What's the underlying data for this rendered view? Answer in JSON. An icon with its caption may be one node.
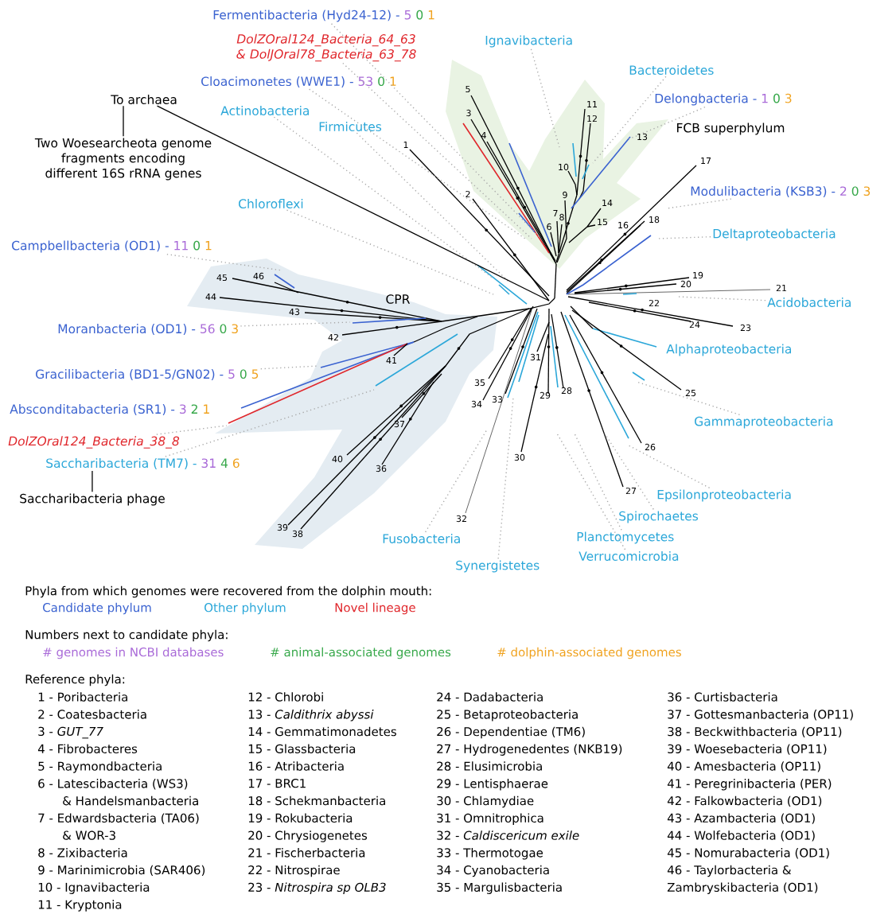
{
  "diagram": {
    "nodes": [
      {
        "text": [
          "Fermentibacteria (Hyd24-12) -",
          "5",
          "0",
          "1"
        ]
      },
      {
        "text": [
          "DolZOral124_Bacteria_64_63 & DolJOral78_Bacteria_63_78"
        ]
      },
      {
        "text": [
          "Ignavibacteria"
        ]
      },
      {
        "text": [
          "Bacteroidetes"
        ]
      },
      {
        "text": [
          "Cloacimonetes (WWE1) -",
          "53",
          "0",
          "1"
        ]
      },
      {
        "text": [
          "Delongbacteria -",
          "1",
          "0",
          "3"
        ]
      },
      {
        "text": [
          "To archaea"
        ]
      },
      {
        "text": [
          "Actinobacteria"
        ]
      },
      {
        "text": [
          "Firmicutes"
        ]
      },
      {
        "text": [
          "Two Woesearcheota genome fragments encoding different 16S rRNA genes"
        ]
      },
      {
        "text": [
          "Chloroflexi"
        ]
      },
      {
        "text": [
          "Modulibacteria (KSB3) -",
          "2",
          "0",
          "3"
        ]
      },
      {
        "text": [
          "Deltaproteobacteria"
        ]
      },
      {
        "text": [
          "Campbellbacteria (OD1) -",
          "11",
          "0",
          "1"
        ]
      },
      {
        "text": [
          "Acidobacteria"
        ]
      },
      {
        "text": [
          "Moranbacteria (OD1) -",
          "56",
          "0",
          "3"
        ]
      },
      {
        "text": [
          "Alphaproteobacteria"
        ]
      },
      {
        "text": [
          "Gracilibacteria (BD1-5/GN02) -",
          "5",
          "0",
          "5"
        ]
      },
      {
        "text": [
          "Absconditabacteria (SR1) -",
          "3",
          "2",
          "1"
        ]
      },
      {
        "text": [
          "Gammaproteobacteria"
        ]
      },
      {
        "text": [
          "DolZOral124_Bacteria_38_8"
        ]
      },
      {
        "text": [
          "Saccharibacteria (TM7) -",
          "31",
          "4",
          "6"
        ]
      },
      {
        "text": [
          "Epsilonproteobacteria"
        ]
      },
      {
        "text": [
          "Saccharibacteria phage"
        ]
      },
      {
        "text": [
          "Spirochaetes"
        ]
      },
      {
        "text": [
          "Fusobacteria"
        ]
      },
      {
        "text": [
          "Planctomycetes"
        ]
      },
      {
        "text": [
          "Verrucomicrobia"
        ]
      },
      {
        "text": [
          "Synergistetes"
        ]
      }
    ],
    "edges": [
      {
        "from": 0,
        "to": null,
        "arrow": "none",
        "style": "dashed",
        "color": "#a9a9a9"
      },
      {
        "from": 1,
        "to": null,
        "arrow": "none",
        "style": "dashed",
        "color": "#a9a9a9"
      },
      {
        "from": 2,
        "to": null,
        "arrow": "none",
        "style": "dashed",
        "color": "#a9a9a9"
      },
      {
        "from": 3,
        "to": null,
        "arrow": "none",
        "style": "dashed",
        "color": "#a9a9a9"
      },
      {
        "from": 4,
        "to": null,
        "arrow": "none",
        "style": "dashed",
        "color": "#a9a9a9"
      },
      {
        "from": 5,
        "to": null,
        "arrow": "none",
        "style": "dashed",
        "color": "#a9a9a9"
      },
      {
        "from": 7,
        "to": null,
        "arrow": "none",
        "style": "dashed",
        "color": "#a9a9a9"
      },
      {
        "from": 8,
        "to": null,
        "arrow": "none",
        "style": "dashed",
        "color": "#a9a9a9"
      },
      {
        "from": 10,
        "to": null,
        "arrow": "none",
        "style": "dashed",
        "color": "#a9a9a9"
      },
      {
        "from": 11,
        "to": null,
        "arrow": "none",
        "style": "dashed",
        "color": "#a9a9a9"
      },
      {
        "from": 12,
        "to": null,
        "arrow": "none",
        "style": "dashed",
        "color": "#a9a9a9"
      },
      {
        "from": 13,
        "to": null,
        "arrow": "none",
        "style": "dashed",
        "color": "#a9a9a9"
      },
      {
        "from": 14,
        "to": null,
        "arrow": "none",
        "style": "dashed",
        "color": "#a9a9a9"
      },
      {
        "from": 15,
        "to": null,
        "arrow": "none",
        "style": "dashed",
        "color": "#a9a9a9"
      },
      {
        "from": 17,
        "to": null,
        "arrow": "none",
        "style": "dashed",
        "color": "#a9a9a9"
      },
      {
        "from": 19,
        "to": null,
        "arrow": "none",
        "style": "dashed",
        "color": "#a9a9a9"
      },
      {
        "from": 20,
        "to": null,
        "arrow": "none",
        "style": "dashed",
        "color": "#a9a9a9"
      },
      {
        "from": 21,
        "to": null,
        "arrow": "none",
        "style": "dashed",
        "color": "#a9a9a9"
      },
      {
        "from": 22,
        "to": null,
        "arrow": "none",
        "style": "dashed",
        "color": "#a9a9a9"
      },
      {
        "from": 24,
        "to": null,
        "arrow": "none",
        "style": "dashed",
        "color": "#a9a9a9"
      },
      {
        "from": 25,
        "to": null,
        "arrow": "none",
        "style": "dashed",
        "color": "#a9a9a9"
      },
      {
        "from": 26,
        "to": null,
        "arrow": "none",
        "style": "dashed",
        "color": "#a9a9a9"
      },
      {
        "from": 27,
        "to": null,
        "arrow": "none",
        "style": "dashed",
        "color": "#a9a9a9"
      },
      {
        "from": 28,
        "to": null,
        "arrow": "none",
        "style": "dashed",
        "color": "#a9a9a9"
      },
      {
        "from": 6,
        "to": 9,
        "arrow": "none",
        "color": "#000000"
      },
      {
        "from": 21,
        "to": 23,
        "arrow": "none",
        "color": "#000000"
      },
      {
        "from": 6,
        "to": null,
        "arrow": "none",
        "color": "#000000"
      }
    ],
    "labels": [
      "FCB superphylum",
      "CPR",
      "1",
      "2",
      "3",
      "4",
      "5",
      "6",
      "7",
      "8",
      "9",
      "10",
      "11",
      "12",
      "13",
      "14",
      "15",
      "16",
      "17",
      "18",
      "19",
      "20",
      "21",
      "22",
      "23",
      "24",
      "25",
      "26",
      "27",
      "28",
      "29",
      "30",
      "31",
      "32",
      "33",
      "34",
      "35",
      "36",
      "37",
      "38",
      "39",
      "40",
      "41",
      "42",
      "43",
      "44",
      "45",
      "46",
      "Phyla from which genomes were recovered from the dolphin mouth:",
      "Numbers next to candidate phyla:",
      "Reference phyla:",
      "1 - Poribacteria",
      "2 - Coatesbacteria",
      "3 - *GUT_77*",
      "4 - Fibrobacteres",
      "5 - Raymondbacteria",
      "6 - Latescibacteria (WS3) & Handelsmanbacteria",
      "7 - Edwardsbacteria (TA06) & WOR-3",
      "8 - Zixibacteria",
      "9 - Marinimicrobia (SAR406)",
      "10 - Ignavibacteria",
      "11 - Kryptonia",
      "12 - Chlorobi",
      "13 - *Caldithrix abyssi*",
      "14 - Gemmatimonadetes",
      "15 - Glassbacteria",
      "16 - Atribacteria",
      "17 - BRC1",
      "18 - Schekmanbacteria",
      "19 - Rokubacteria",
      "20 - Chrysiogenetes",
      "21 - Fischerbacteria",
      "22 - Nitrospirae",
      "23 - *Nitrospira sp OLB3*",
      "24 - Dadabacteria",
      "25 - Betaproteobacteria",
      "26 - Dependentiae (TM6)",
      "27 - Hydrogenedentes (NKB19)",
      "28 - Elusimicrobia",
      "29 - Lentisphaerae",
      "30 - Chlamydiae",
      "31 - Omnitrophica",
      "32 - *Caldiscericum exile*",
      "33 - Thermotogae",
      "34 - Cyanobacteria",
      "35 - Margulisbacteria",
      "36 - Curtisbacteria",
      "37 - Gottesmanbacteria (OP11)",
      "38 - Beckwithbacteria (OP11)",
      "39 - Woesebacteria (OP11)",
      "40 - Amesbacteria (OP11)",
      "41 - Peregrinibacteria (PER)",
      "42 - Falkowbacteria (OD1)",
      "43 - Azambacteria (OD1)",
      "44 - Wolfebacteria (OD1)",
      "45 - Nomurabacteria (OD1)",
      "46 - Taylorbacteria & Zambryskibacteria (OD1)"
    ],
    "legend": [
      {
        "text": "Candidate phylum",
        "color": "#3a62d0"
      },
      {
        "text": "Other phylum",
        "color": "#2ba7d9"
      },
      {
        "text": "Novel lineage",
        "color": "#e0262b"
      },
      {
        "text": "# genomes in NCBI databases",
        "color": "#a96ad8"
      },
      {
        "text": "# animal-associated genomes",
        "color": "#37a84a"
      },
      {
        "text": "# dolphin-associated genomes",
        "color": "#f0a21e"
      }
    ]
  }
}
